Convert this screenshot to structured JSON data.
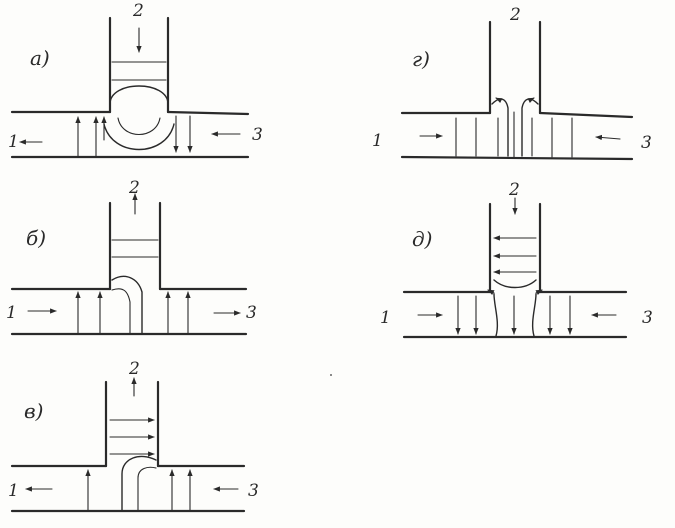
{
  "panels": {
    "a": {
      "label": "a)",
      "branch": "2",
      "left": "1",
      "right": "3"
    },
    "b": {
      "label": "б)",
      "branch": "2",
      "left": "1",
      "right": "3"
    },
    "v": {
      "label": "в)",
      "branch": "2",
      "left": "1",
      "right": "3"
    },
    "g": {
      "label": "г)",
      "branch": "2",
      "left": "1",
      "right": "3"
    },
    "d": {
      "label": "д)",
      "branch": "2",
      "left": "1",
      "right": "3"
    }
  },
  "colors": {
    "ink": "#2a2a2a",
    "paper": "#fdfdfb"
  }
}
